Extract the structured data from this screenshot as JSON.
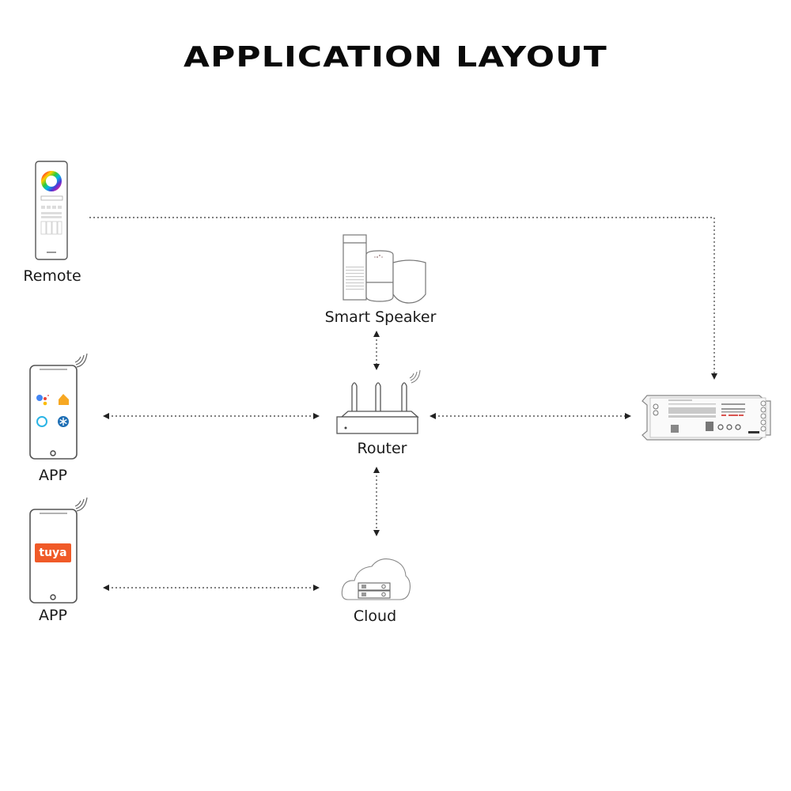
{
  "title": "APPLICATION LAYOUT",
  "nodes": {
    "remote": {
      "label": "Remote",
      "icon": "rgb-remote-control-icon"
    },
    "smart_speaker": {
      "label": "Smart Speaker",
      "icon": "smart-speakers-icon"
    },
    "app_smart_home": {
      "label": "APP",
      "icon": "smartphone-smart-home-icon",
      "app_icons": [
        "google-assistant-icon",
        "apple-home-icon",
        "alexa-icon",
        "smartthings-icon"
      ]
    },
    "router": {
      "label": "Router",
      "icon": "wifi-router-icon"
    },
    "controller": {
      "label": "",
      "icon": "led-controller-device-icon"
    },
    "app_tuya": {
      "label": "APP",
      "icon": "smartphone-tuya-icon",
      "logo_text": "tuya"
    },
    "cloud": {
      "label": "Cloud",
      "icon": "cloud-server-icon"
    }
  },
  "connections": [
    {
      "from": "remote",
      "to": "controller",
      "style": "dotted",
      "direction": "one-way"
    },
    {
      "from": "smart_speaker",
      "to": "router",
      "style": "dotted",
      "direction": "two-way"
    },
    {
      "from": "app_smart_home",
      "to": "router",
      "style": "dotted",
      "direction": "two-way"
    },
    {
      "from": "router",
      "to": "controller",
      "style": "dotted",
      "direction": "two-way"
    },
    {
      "from": "router",
      "to": "cloud",
      "style": "dotted",
      "direction": "two-way"
    },
    {
      "from": "app_tuya",
      "to": "cloud",
      "style": "dotted",
      "direction": "two-way"
    }
  ],
  "colors": {
    "tuya_orange": "#f05a28",
    "google_blue": "#4285f4",
    "google_red": "#ea4335",
    "google_yellow": "#fbbc05",
    "home_orange": "#f7a823",
    "alexa_cyan": "#2bb5e6",
    "smartthings_blue": "#1f6fb5"
  }
}
